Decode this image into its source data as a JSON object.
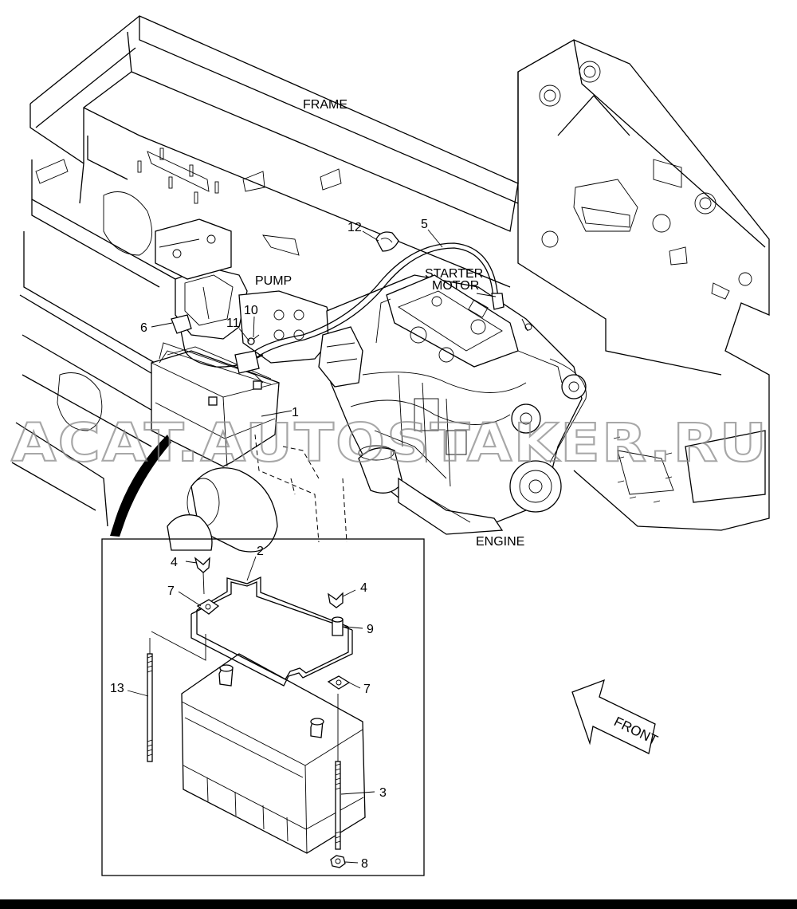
{
  "watermark": "ACAT.AUTOSTAKER.RU",
  "labels": {
    "frame": "FRAME",
    "pump": "PUMP",
    "starter_line1": "STARTER",
    "starter_line2": "MOTOR",
    "engine": "ENGINE",
    "front": "FRONT"
  },
  "callouts": {
    "c1": "1",
    "c2": "2",
    "c3": "3",
    "c4a": "4",
    "c4b": "4",
    "c5": "5",
    "c6": "6",
    "c7a": "7",
    "c7b": "7",
    "c8": "8",
    "c9": "9",
    "c10": "10",
    "c11": "11",
    "c12": "12",
    "c13": "13"
  },
  "colors": {
    "line": "#000000",
    "background": "#ffffff",
    "watermark": "#8a8a8a"
  }
}
